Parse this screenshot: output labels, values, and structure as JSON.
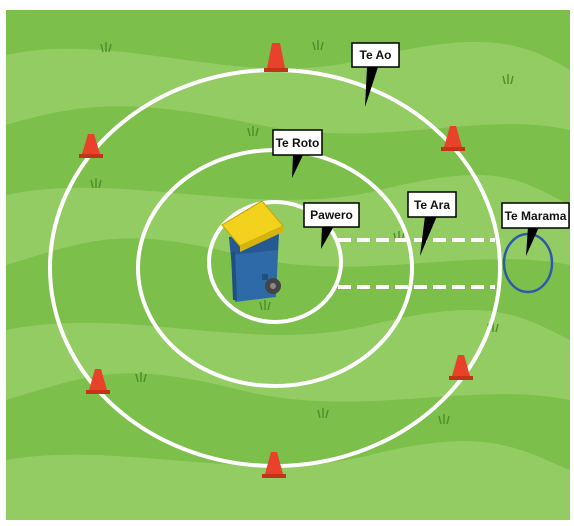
{
  "labels": {
    "outer_ring": "Te Ao",
    "middle_ring": "Te Roto",
    "inner_ring": "Pawero",
    "pathway": "Te Ara",
    "target_circle": "Te Marama"
  },
  "colors": {
    "grass_dark": "#7cbf4a",
    "grass_light": "#92cc63",
    "ring_lines": "#ffffff",
    "bin_body": "#2f6aa8",
    "bin_lid": "#f3d21e",
    "cone": "#e8432a",
    "target_circle": "#2f5aa8",
    "label_bg": "#ffffff",
    "label_border": "#000000"
  },
  "icons": {
    "bin": "recycling-bin-icon",
    "cone": "traffic-cone-icon",
    "grass": "grass-tuft-icon"
  }
}
